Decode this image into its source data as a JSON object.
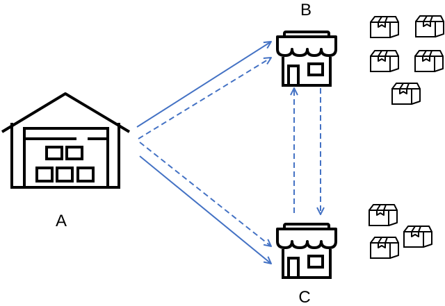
{
  "nodes": {
    "warehouse": {
      "label": "A",
      "icon": "warehouse-icon"
    },
    "store_b": {
      "label": "B",
      "icon": "store-icon",
      "package_count": 5
    },
    "store_c": {
      "label": "C",
      "icon": "store-icon",
      "package_count": 3
    }
  },
  "edges": [
    {
      "from": "A",
      "to": "B",
      "style": "solid"
    },
    {
      "from": "A",
      "to": "B",
      "style": "dashed"
    },
    {
      "from": "A",
      "to": "C",
      "style": "solid"
    },
    {
      "from": "A",
      "to": "C",
      "style": "dashed"
    },
    {
      "from": "B",
      "to": "C",
      "style": "dashed"
    },
    {
      "from": "C",
      "to": "B",
      "style": "dashed"
    }
  ],
  "colors": {
    "arrow": "#4472C4",
    "outline": "#000000",
    "background": "#FFFFFF"
  }
}
